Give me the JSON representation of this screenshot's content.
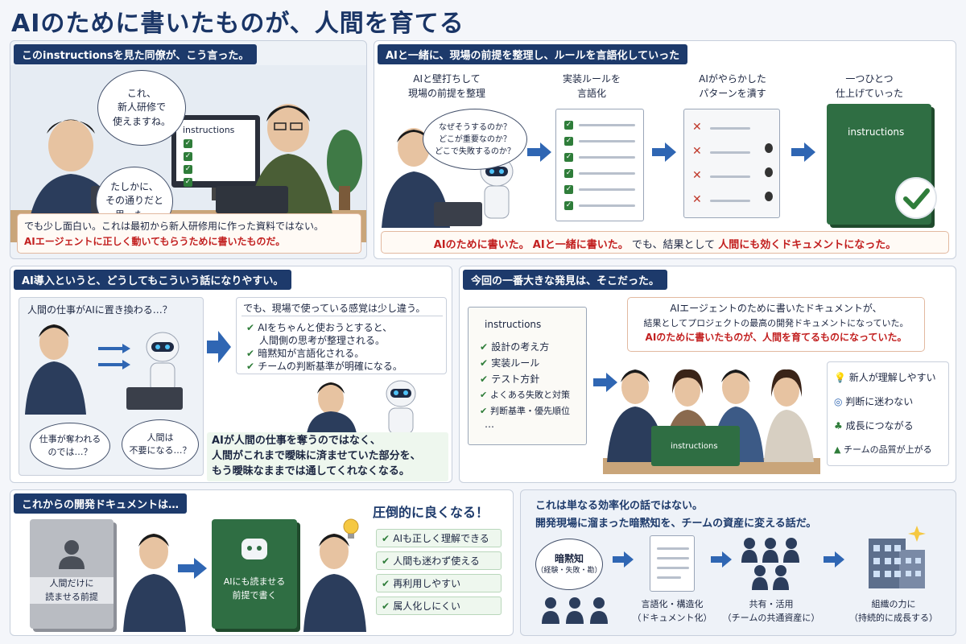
{
  "title": "AIのために書いたものが、人間を育てる",
  "p1": {
    "header": "このinstructionsを見た同僚が、こう言った。",
    "monitor_label": "instructions",
    "bubble_a": "これ、\n新人研修で\n使えますね。",
    "bubble_b": "たしかに、\nその通りだと\n思った。",
    "note_line1": "でも少し面白い。これは最初から新人研修用に作った資料ではない。",
    "note_line2": "AIエージェントに正しく動いてもらうために書いたものだ。"
  },
  "p2": {
    "header": "AIと一緒に、現場の前提を整理し、ルールを言語化していった",
    "step1": "AIと壁打ちして\n現場の前提を整理",
    "step2": "実装ルールを\n言語化",
    "step3": "AIがやらかした\nパターンを潰す",
    "step4": "一つひとつ\n仕上げていった",
    "thought": "なぜそうするのか？\nどこが重要なのか？\nどこで失敗するのか？",
    "book_label": "instructions",
    "note_red1": "AIのために書いた。",
    "note_red2": "AIと一緒に書いた。",
    "note_mid": "でも、結果として",
    "note_red3": "人間にも効くドキュメントになった。"
  },
  "p3": {
    "header": "AI導入というと、どうしてもこういう話になりやすい。",
    "question": "人間の仕事がAIに置き換わる…？",
    "bubble_a": "仕事が奪われる\nのでは…？",
    "bubble_b": "人間は\n不要になる…？",
    "right_title": "でも、現場で使っている感覚は少し違う。",
    "items": [
      "AIをちゃんと使おうとすると、",
      "人間側の思考が整理される。",
      "暗黙知が言語化される。",
      "チームの判断基準が明確になる。"
    ],
    "bottom_line1": "AIが人間の仕事を奪うのではなく、",
    "bottom_line2": "人間がこれまで曖昧に済ませていた部分を、",
    "bottom_line3": "もう曖昧なままでは通してくれなくなる。"
  },
  "p4": {
    "header": "今回の一番大きな発見は、そこだった。",
    "doc_title": "instructions",
    "doc_items": [
      "設計の考え方",
      "実装ルール",
      "テスト方針",
      "よくある失敗と対策",
      "判断基準・優先順位"
    ],
    "doc_more": "…",
    "msg_line1": "AIエージェントのために書いたドキュメントが、",
    "msg_line2": "結果としてプロジェクトの最高の開発ドキュメントになっていた。",
    "msg_line3": "AIのために書いたものが、人間を育てるものになっていた。",
    "book_label": "instructions",
    "benefits": [
      "新人が理解しやすい",
      "判断に迷わない",
      "成長につながる",
      "チームの品質が上がる"
    ]
  },
  "p5": {
    "header": "これからの開発ドキュメントは…",
    "book_a": "人間だけに\n読ませる前提",
    "book_b": "AIにも読ませる\n前提で書く",
    "headline": "圧倒的に良くなる！",
    "items": [
      "AIも正しく理解できる",
      "人間も迷わず使える",
      "再利用しやすい",
      "属人化しにくい"
    ]
  },
  "p6": {
    "line1": "これは単なる効率化の話ではない。",
    "line2": "開発現場に溜まった暗黙知を、チームの資産に変える話だ。",
    "bubble": "暗黙知",
    "bubble_sub": "（経験・失敗・勘）",
    "step2": "言語化・構造化\n（ドキュメント化）",
    "step3": "共有・活用\n（チームの共通資産に）",
    "step4": "組織の力に\n（持続的に成長する）"
  },
  "colors": {
    "navy": "#1d3a6b",
    "red": "#c21f1f",
    "green": "#2f7d3a",
    "book": "#2f6e43"
  }
}
